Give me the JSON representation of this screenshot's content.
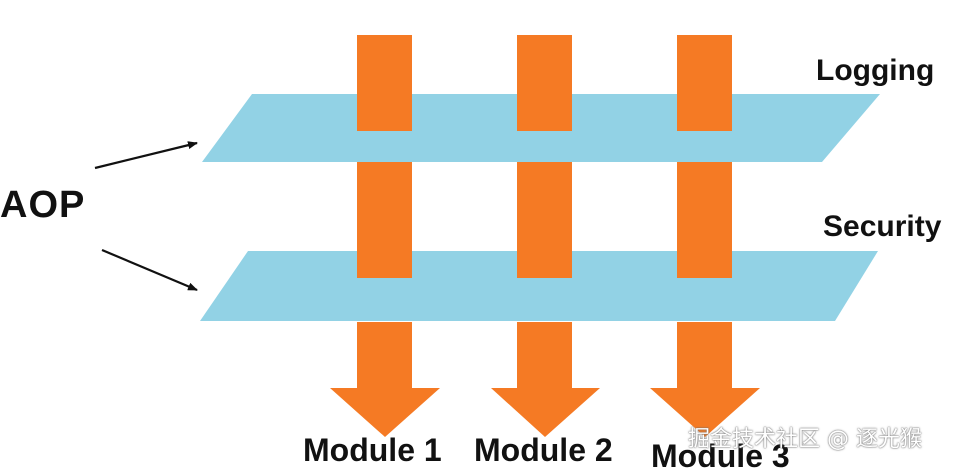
{
  "labels": {
    "aop": "AOP",
    "layers": [
      "Logging",
      "Security"
    ],
    "modules": [
      "Module 1",
      "Module 2",
      "Module 3"
    ]
  },
  "watermark": "掘金技术社区 @ 逐光猴",
  "colors": {
    "layer": "#92d2e5",
    "module": "#f57a24",
    "arrow": "#111111",
    "text": "#111111"
  }
}
